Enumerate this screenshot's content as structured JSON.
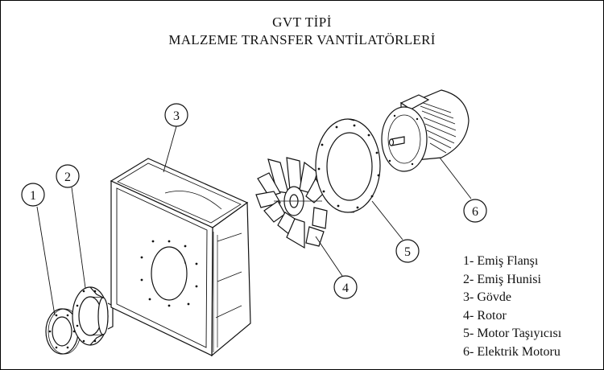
{
  "title": {
    "line1": "GVT TİPİ",
    "line2": "MALZEME TRANSFER VANTİLATÖRLERİ"
  },
  "callouts": [
    "1",
    "2",
    "3",
    "4",
    "5",
    "6"
  ],
  "legend": [
    "1- Emiş Flanşı",
    "2- Emiş Hunisi",
    "3- Gövde",
    "4- Rotor",
    "5- Motor Taşıyıcısı",
    "6- Elektrik Motoru"
  ]
}
